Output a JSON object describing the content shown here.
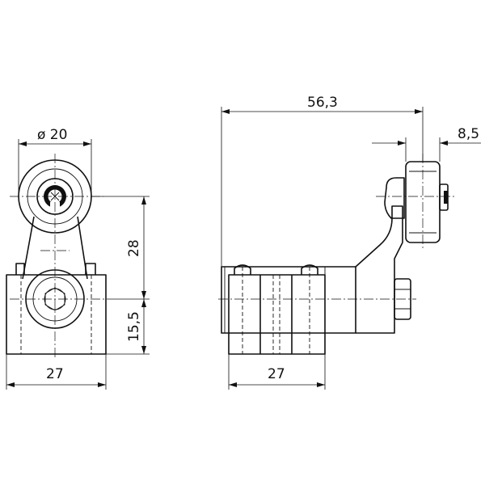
{
  "dimensions": {
    "roller_diameter": "ø 20",
    "lever_length": "28",
    "base_height": "15,5",
    "front_width": "27",
    "overall_length": "56,3",
    "roller_width": "8,5",
    "side_width": "27"
  }
}
